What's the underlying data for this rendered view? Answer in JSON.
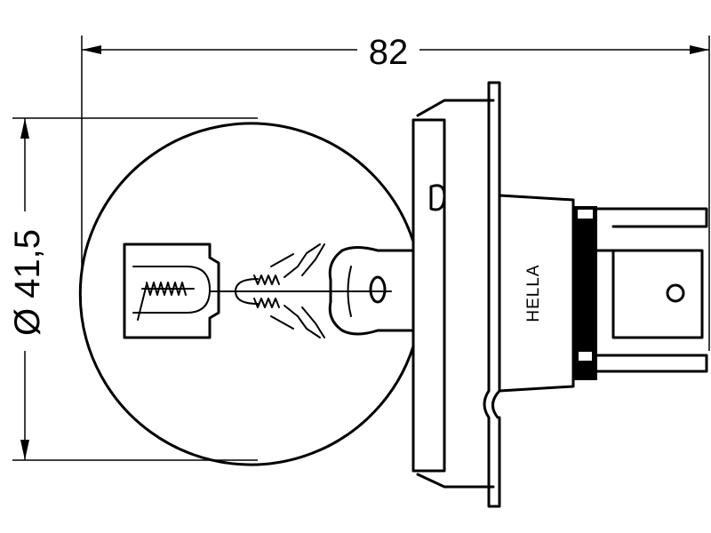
{
  "dimensions": {
    "length_label": "82",
    "diameter_label": "Ø 41,5"
  },
  "brand": {
    "label": "HELLA"
  },
  "colors": {
    "line": "#000000",
    "background": "#ffffff"
  }
}
